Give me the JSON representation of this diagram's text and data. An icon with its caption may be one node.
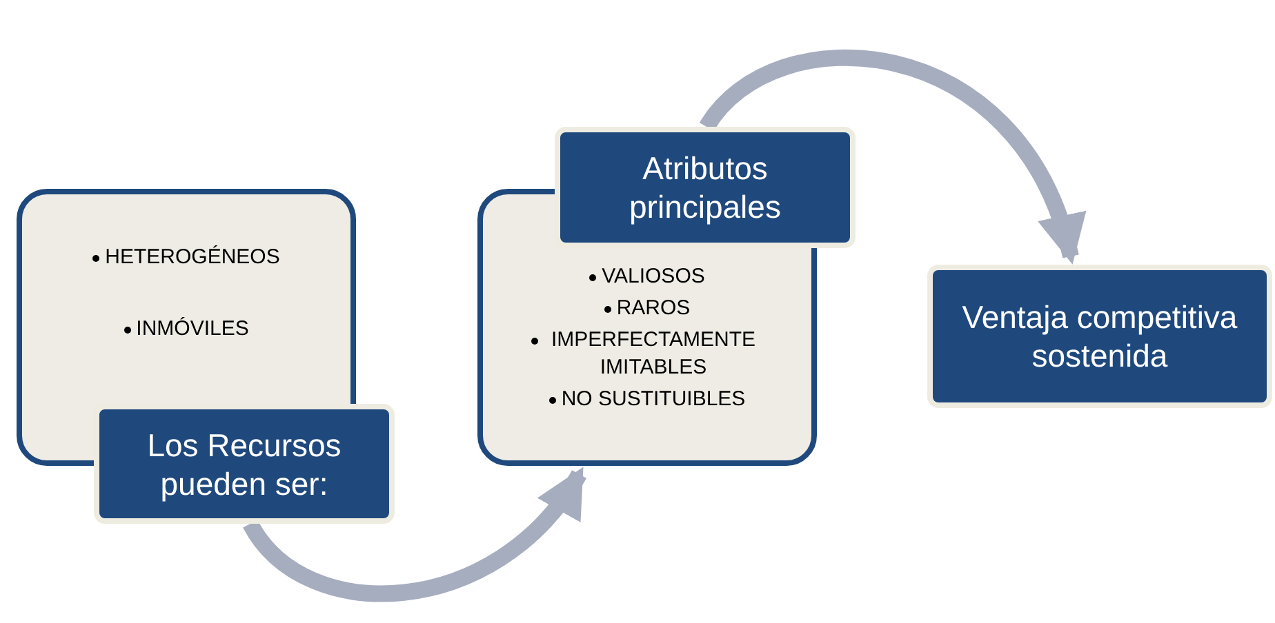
{
  "diagram": {
    "nodes": [
      {
        "text": [
          "HETEROGÉNEOS",
          "INMÓVILES"
        ]
      },
      {
        "text": [
          "Los Recursos pueden ser:"
        ]
      },
      {
        "text": [
          "VALIOSOS",
          "RAROS",
          "IMPERFECTAMENTE IMITABLES",
          "NO SUSTITUIBLES"
        ]
      },
      {
        "text": [
          "Atributos principales"
        ]
      },
      {
        "text": [
          "Ventaja competitiva sostenida"
        ]
      }
    ],
    "edges": [
      {
        "from": 1,
        "to": 2,
        "arrow": "to"
      },
      {
        "from": 3,
        "to": 4,
        "arrow": "to"
      }
    ]
  }
}
